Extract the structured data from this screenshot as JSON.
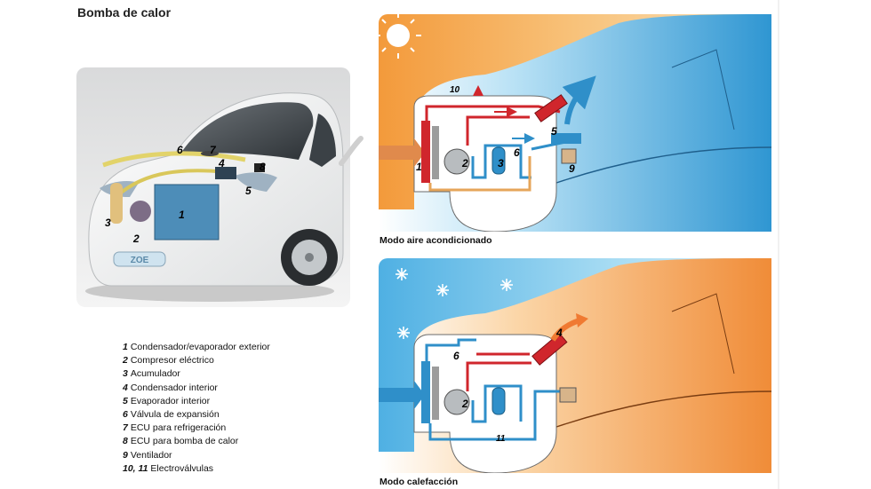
{
  "title": "Bomba de calor",
  "car": {
    "badge": "ZOE",
    "markers": [
      "1",
      "2",
      "3",
      "4",
      "5",
      "6",
      "7",
      "8"
    ]
  },
  "legend": [
    {
      "num": "1",
      "text": "Condensador/evaporador exterior"
    },
    {
      "num": "2",
      "text": "Compresor eléctrico"
    },
    {
      "num": "3",
      "text": "Acumulador"
    },
    {
      "num": "4",
      "text": "Condensador interior"
    },
    {
      "num": "5",
      "text": "Evaporador interior"
    },
    {
      "num": "6",
      "text": "Válvula de expansión"
    },
    {
      "num": "7",
      "text": "ECU para refrigeración"
    },
    {
      "num": "8",
      "text": "ECU para bomba de calor"
    },
    {
      "num": "9",
      "text": "Ventilador"
    },
    {
      "num": "10, 11",
      "text": "Electroválvulas"
    }
  ],
  "modes": {
    "cooling": {
      "caption": "Modo aire acondicionado",
      "markers": [
        "10",
        "1",
        "2",
        "3",
        "6",
        "5",
        "9"
      ]
    },
    "heating": {
      "caption": "Modo calefacción",
      "markers": [
        "6",
        "2",
        "4",
        "11"
      ]
    }
  },
  "colors": {
    "hot": "#c8202a",
    "cold": "#2f8fc9",
    "warm_bg": "#f6a14a",
    "cold_bg": "#7fc6ec",
    "car_body": "#ffffff"
  }
}
